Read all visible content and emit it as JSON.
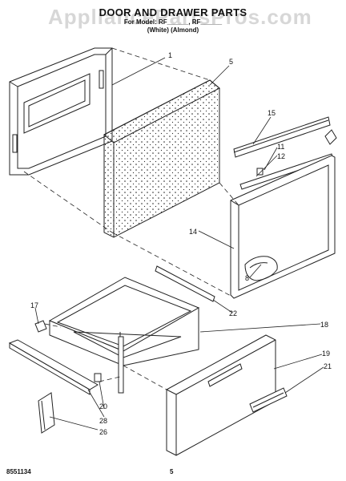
{
  "header": {
    "title": "DOOR AND DRAWER PARTS",
    "model_line": "For Model: RF______, RF______",
    "color_line": "(White)  (Almond)"
  },
  "watermark": "AppliancePartsPros.com",
  "callouts": {
    "p1": "1",
    "p5": "5",
    "p15": "15",
    "p11": "11",
    "p12": "12",
    "p14": "14",
    "p8": "8",
    "p17": "17",
    "p22": "22",
    "p18": "18",
    "p19": "19",
    "p21": "21",
    "p20": "20",
    "p28": "28",
    "p26": "26"
  },
  "footer": {
    "doc_number": "8551134",
    "page_number": "5"
  }
}
